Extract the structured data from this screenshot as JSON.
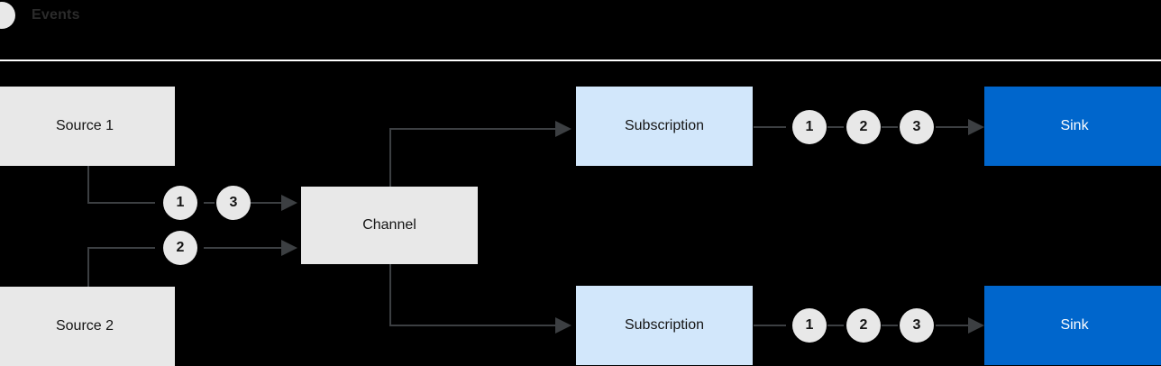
{
  "legend": {
    "dot_icon": "event-dot-icon",
    "label": "Events"
  },
  "colors": {
    "background": "#000000",
    "grey_box": "#e8e8e8",
    "light_blue_box": "#d2e7fb",
    "blue_box": "#0066cc",
    "token": "#e8e8e8",
    "wire": "#3c3f42",
    "divider": "#ffffff",
    "text_dark": "#151515",
    "text_light": "#ffffff"
  },
  "nodes": {
    "source1": {
      "label": "Source 1"
    },
    "source2": {
      "label": "Source 2"
    },
    "channel": {
      "label": "Channel"
    },
    "subscription1": {
      "label": "Subscription"
    },
    "subscription2": {
      "label": "Subscription"
    },
    "sink1": {
      "label": "Sink"
    },
    "sink2": {
      "label": "Sink"
    }
  },
  "tokens": {
    "source1_out": "1",
    "source1_out_b": "3",
    "source2_out": "2",
    "sub1_a": "1",
    "sub1_b": "2",
    "sub1_c": "3",
    "sub2_a": "1",
    "sub2_b": "2",
    "sub2_c": "3"
  }
}
